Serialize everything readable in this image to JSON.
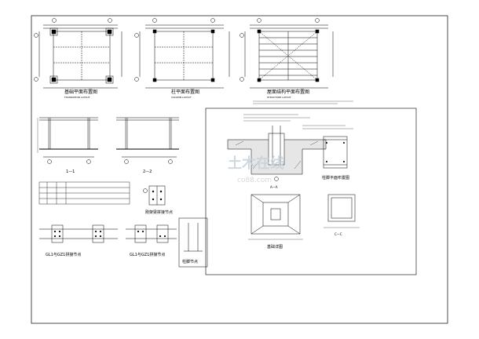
{
  "drawing": {
    "plans": [
      {
        "title": "基础平面布置图",
        "subtitle": "FOUNDATION LAYOUT"
      },
      {
        "title": "柱平面布置图",
        "subtitle": "COLUMN LAYOUT"
      },
      {
        "title": "屋面结构平面布置图",
        "subtitle": "STRUCTURE LAYOUT"
      }
    ],
    "sections": {
      "left_label": "1—1",
      "right_label": "2—2"
    },
    "detail_captions": {
      "beam_joint": "刚架梁拼接节点",
      "column_joint_a": "GL1与GZ1拼接节点",
      "column_joint_b": "GL1与GZ1拼接节点",
      "base_plate": "柱脚节点",
      "column_base_plan": "柱脚平面布置图",
      "foundation_detail": "基础详图"
    },
    "section_tags": {
      "base_section": "A—A",
      "column_section": "C—C"
    },
    "watermark": {
      "main": "土木在线",
      "sub": "co88.com",
      "color": "#c9d2d8"
    },
    "colors": {
      "line": "#000000",
      "paper": "#ffffff"
    }
  }
}
